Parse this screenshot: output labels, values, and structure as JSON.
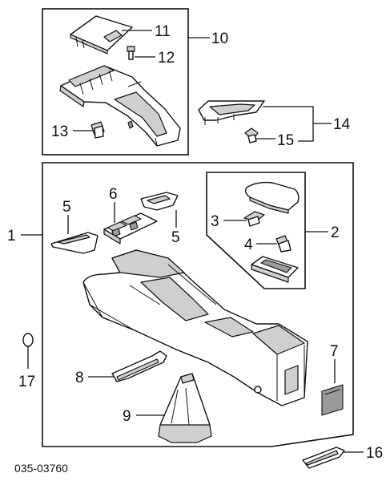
{
  "callouts": {
    "c1": "1",
    "c2": "2",
    "c3": "3",
    "c4": "4",
    "c5a": "5",
    "c5b": "5",
    "c6": "6",
    "c7": "7",
    "c8": "8",
    "c9": "9",
    "c10": "10",
    "c11": "11",
    "c12": "12",
    "c13": "13",
    "c14": "14",
    "c15": "15",
    "c16": "16",
    "c17": "17"
  },
  "diagram_code": "035-03760"
}
